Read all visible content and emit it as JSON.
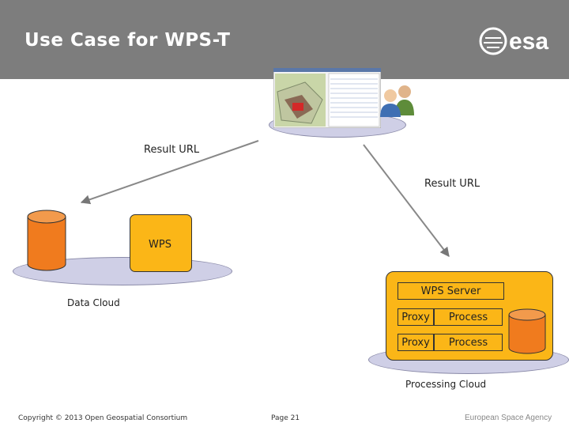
{
  "header": {
    "title": "Use Case for WPS-T"
  },
  "logo": {
    "name": "esa-logo",
    "text": "esa"
  },
  "labels": {
    "result_url_left": "Result URL",
    "result_url_right": "Result URL",
    "wps": "WPS",
    "data_cloud": "Data Cloud",
    "wps_server": "WPS Server",
    "proxy_1": "Proxy",
    "process_1": "Process",
    "proxy_2": "Proxy",
    "process_2": "Process",
    "processing_cloud": "Processing Cloud"
  },
  "footer": {
    "copyright": "Copyright © 2013 Open Geospatial Consortium",
    "page": "Page 21",
    "agency": "European Space Agency"
  },
  "colors": {
    "header_bg": "#7d7d7d",
    "cylinder": "#f07b1e",
    "wps_box": "#fbb617",
    "platform": "#cfcfe6"
  }
}
